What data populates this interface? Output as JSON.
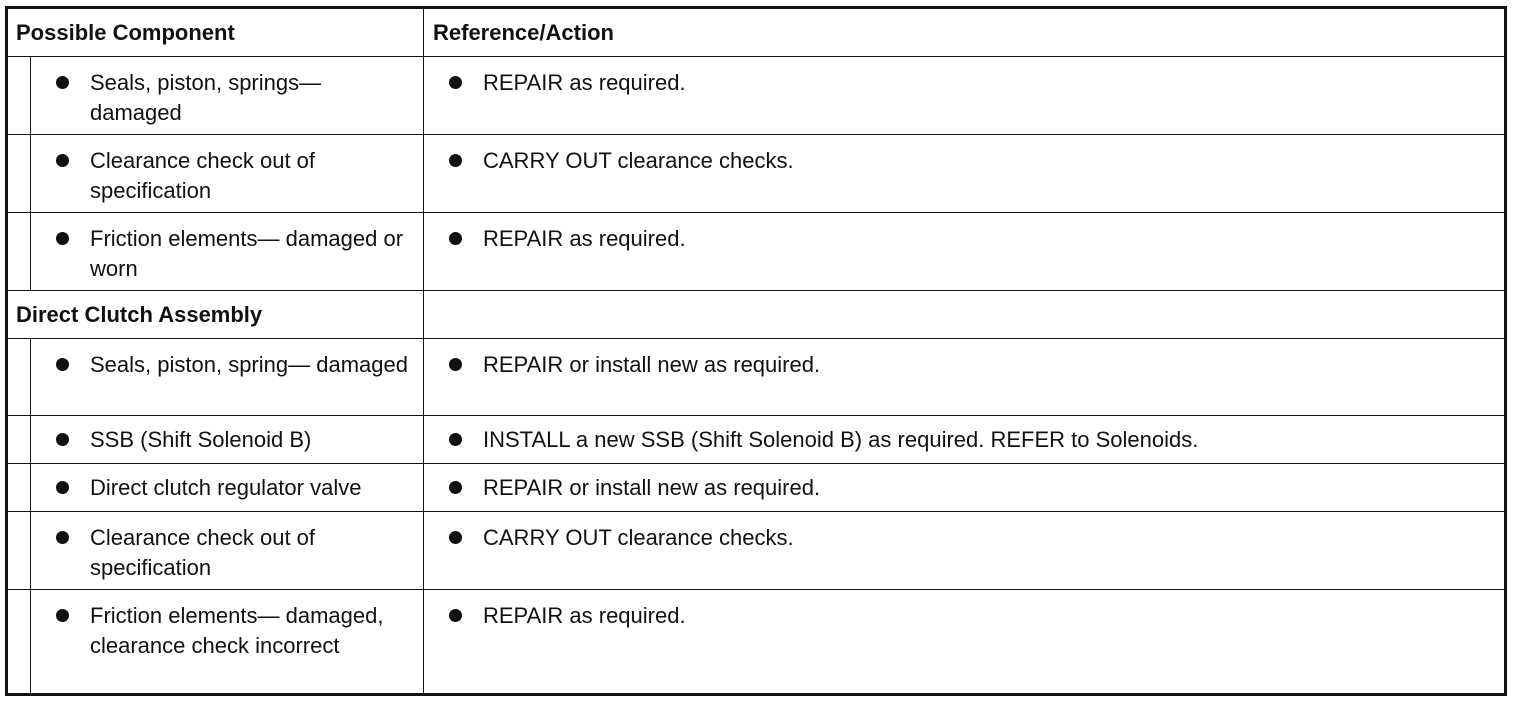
{
  "table": {
    "headers": {
      "component": "Possible Component",
      "action": "Reference/Action"
    },
    "rows": [
      {
        "component": "Seals, piston, springs— damaged",
        "action": "REPAIR as required."
      },
      {
        "component": "Clearance check out of specification",
        "action": "CARRY OUT clearance checks."
      },
      {
        "component": "Friction elements— damaged or worn",
        "action": "REPAIR as required."
      },
      {
        "section": "Direct Clutch Assembly"
      },
      {
        "component": "Seals, piston, spring— damaged",
        "action": "REPAIR or install new as required."
      },
      {
        "component": "SSB (Shift Solenoid B)",
        "action": "INSTALL a new SSB (Shift Solenoid B) as required. REFER to Solenoids."
      },
      {
        "component": "Direct clutch regulator valve",
        "action": "REPAIR or install new as required."
      },
      {
        "component": "Clearance check out of specification",
        "action": "CARRY OUT clearance checks."
      },
      {
        "component": "Friction elements— damaged, clearance check incorrect",
        "action": "REPAIR as required."
      }
    ]
  }
}
